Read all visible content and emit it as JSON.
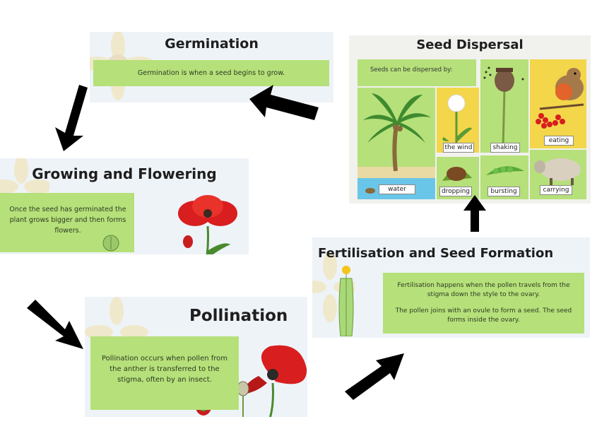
{
  "germination": {
    "title": "Germination",
    "text": "Germination is when a seed begins to grow."
  },
  "seed_dispersal": {
    "title": "Seed Dispersal",
    "intro": "Seeds can be dispersed by:",
    "labels": {
      "water": "water",
      "wind": "the wind",
      "shaking": "shaking",
      "eating": "eating",
      "dropping": "dropping",
      "bursting": "bursting",
      "carrying": "carrying"
    }
  },
  "growing": {
    "title": "Growing and Flowering",
    "text": "Once the seed has germinated the plant grows bigger and then forms flowers."
  },
  "fertilisation": {
    "title": "Fertilisation and Seed Formation",
    "text1": "Fertilisation happens when the pollen travels from the stigma down the style to the ovary.",
    "text2": "The pollen joins with an ovule to form a seed. The seed forms inside the ovary."
  },
  "pollination": {
    "title": "Pollination",
    "text": "Pollination occurs when pollen from the anther is transferred to the stigma, often by an insect."
  },
  "colors": {
    "panel_green": "#b6e07a",
    "card_bg": "#eef3f8",
    "arrow": "#000000",
    "poppy_red": "#d81e1e"
  }
}
